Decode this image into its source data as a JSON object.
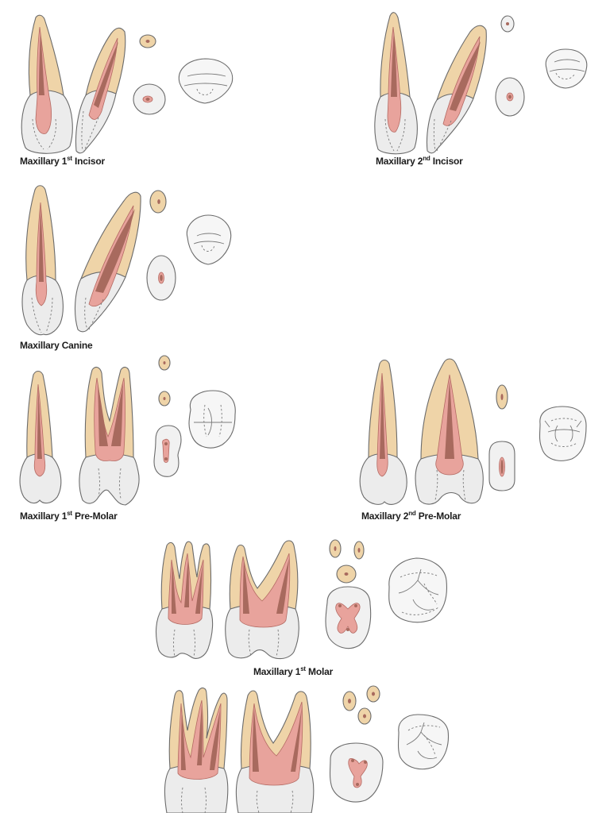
{
  "plates": [
    {
      "id": "max-1st-incisor",
      "name": "Maxillary ",
      "ordinal": "1",
      "suffix": "st",
      "tail": " Incisor"
    },
    {
      "id": "max-2nd-incisor",
      "name": "Maxillary ",
      "ordinal": "2",
      "suffix": "nd",
      "tail": " Incisor"
    },
    {
      "id": "max-canine",
      "name": "Maxillary Canine",
      "ordinal": "",
      "suffix": "",
      "tail": ""
    },
    {
      "id": "max-1st-premolar",
      "name": "Maxillary ",
      "ordinal": "1",
      "suffix": "st",
      "tail": " Pre-Molar"
    },
    {
      "id": "max-2nd-premolar",
      "name": "Maxillary ",
      "ordinal": "2",
      "suffix": "nd",
      "tail": " Pre-Molar"
    },
    {
      "id": "max-1st-molar",
      "name": "Maxillary ",
      "ordinal": "1",
      "suffix": "st",
      "tail": " Molar"
    }
  ],
  "colors": {
    "root_dentin": "#efd4a8",
    "crown_enamel": "#ececec",
    "pulp_chamber": "#e8a39c",
    "canal": "#a86a5e",
    "outline": "#6b6b6b"
  }
}
